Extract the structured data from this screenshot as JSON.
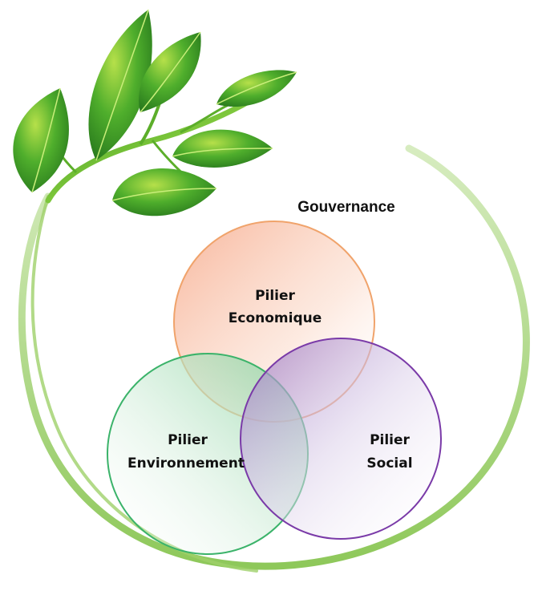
{
  "diagram": {
    "title": "Gouvernance",
    "circles": [
      {
        "id": "economique",
        "lines": [
          "Pilier",
          "Economique"
        ],
        "stroke": "#f0a36b",
        "fill": "#f7b899"
      },
      {
        "id": "environnement",
        "lines": [
          "Pilier",
          "Environnement"
        ],
        "stroke": "#3bb36a",
        "fill": "#9ad7ae"
      },
      {
        "id": "social",
        "lines": [
          "Pilier",
          "Social"
        ],
        "stroke": "#7a3aa8",
        "fill": "#c9b3dc"
      }
    ],
    "decoration": {
      "leaf_color": "#3f9a2c",
      "stem_color": "#6bbf2f",
      "icon": "leaf-branch-icon"
    }
  }
}
